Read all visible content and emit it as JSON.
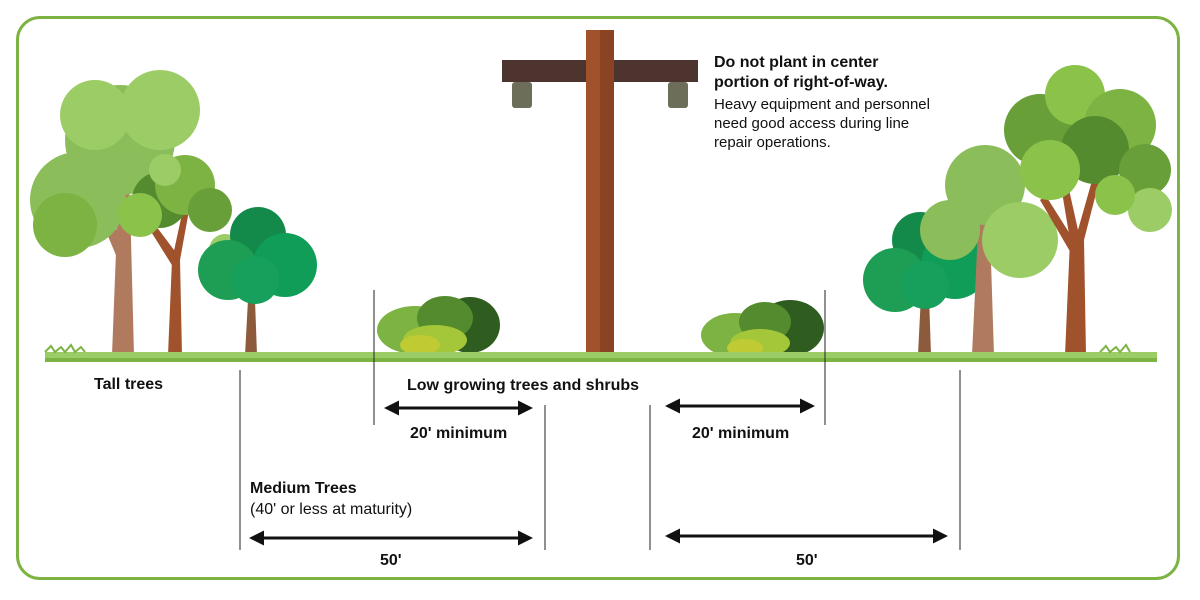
{
  "colors": {
    "border": "#7cb342",
    "pole": "#a0522d",
    "crossarm": "#4e342e",
    "insulator": "#6d6e5a",
    "trunk": "#a1887f",
    "foliage_light": "#8bc34a",
    "foliage_pale": "#9ccc65",
    "foliage_dark": "#33691e",
    "foliage_emerald": "#0f9d58",
    "grass": "#7cb342",
    "arrow": "#111111",
    "guide_line": "#222222"
  },
  "note": {
    "title_line1": "Do not plant in center",
    "title_line2": "portion of right-of-way.",
    "body_line1": "Heavy equipment and personnel",
    "body_line2": "need good access during line",
    "body_line3": "repair operations."
  },
  "labels": {
    "tall_trees": "Tall trees",
    "low_growing": "Low growing trees and shrubs",
    "medium_trees": "Medium Trees",
    "medium_trees_note": "(40' or less at maturity)",
    "min_left": "20' minimum",
    "min_right": "20' minimum",
    "fifty_left": "50'",
    "fifty_right": "50'"
  }
}
